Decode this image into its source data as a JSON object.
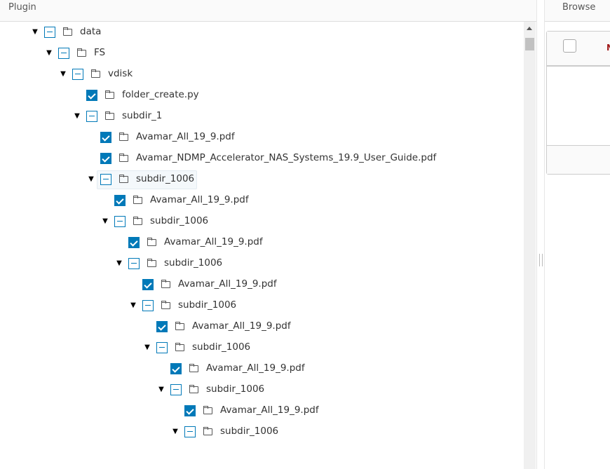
{
  "left_panel": {
    "title": "Plugin"
  },
  "tree": [
    {
      "label": "data",
      "level": 0,
      "state": "indeterminate",
      "expanded": true
    },
    {
      "label": "FS",
      "level": 1,
      "state": "indeterminate",
      "expanded": true
    },
    {
      "label": "vdisk",
      "level": 2,
      "state": "indeterminate",
      "expanded": true
    },
    {
      "label": "folder_create.py",
      "level": 3,
      "state": "checked",
      "leaf": true
    },
    {
      "label": "subdir_1",
      "level": 3,
      "state": "indeterminate",
      "expanded": true
    },
    {
      "label": "Avamar_All_19_9.pdf",
      "level": 4,
      "state": "checked",
      "leaf": true
    },
    {
      "label": "Avamar_NDMP_Accelerator_NAS_Systems_19.9_User_Guide.pdf",
      "level": 4,
      "state": "checked",
      "leaf": true
    },
    {
      "label": "subdir_1006",
      "level": 4,
      "state": "indeterminate",
      "expanded": true,
      "selected": true
    },
    {
      "label": "Avamar_All_19_9.pdf",
      "level": 5,
      "state": "checked",
      "leaf": true
    },
    {
      "label": "subdir_1006",
      "level": 5,
      "state": "indeterminate",
      "expanded": true
    },
    {
      "label": "Avamar_All_19_9.pdf",
      "level": 6,
      "state": "checked",
      "leaf": true
    },
    {
      "label": "subdir_1006",
      "level": 6,
      "state": "indeterminate",
      "expanded": true
    },
    {
      "label": "Avamar_All_19_9.pdf",
      "level": 7,
      "state": "checked",
      "leaf": true
    },
    {
      "label": "subdir_1006",
      "level": 7,
      "state": "indeterminate",
      "expanded": true
    },
    {
      "label": "Avamar_All_19_9.pdf",
      "level": 8,
      "state": "checked",
      "leaf": true
    },
    {
      "label": "subdir_1006",
      "level": 8,
      "state": "indeterminate",
      "expanded": true
    },
    {
      "label": "Avamar_All_19_9.pdf",
      "level": 9,
      "state": "checked",
      "leaf": true
    },
    {
      "label": "subdir_1006",
      "level": 9,
      "state": "indeterminate",
      "expanded": true
    },
    {
      "label": "Avamar_All_19_9.pdf",
      "level": 10,
      "state": "checked",
      "leaf": true
    },
    {
      "label": "subdir_1006",
      "level": 10,
      "state": "indeterminate",
      "expanded": true
    }
  ],
  "right_panel": {
    "title": "Browse",
    "table": {
      "first_column_header_partial": "N"
    }
  },
  "colors": {
    "accent": "#0079b8",
    "column_header": "#a01818"
  }
}
